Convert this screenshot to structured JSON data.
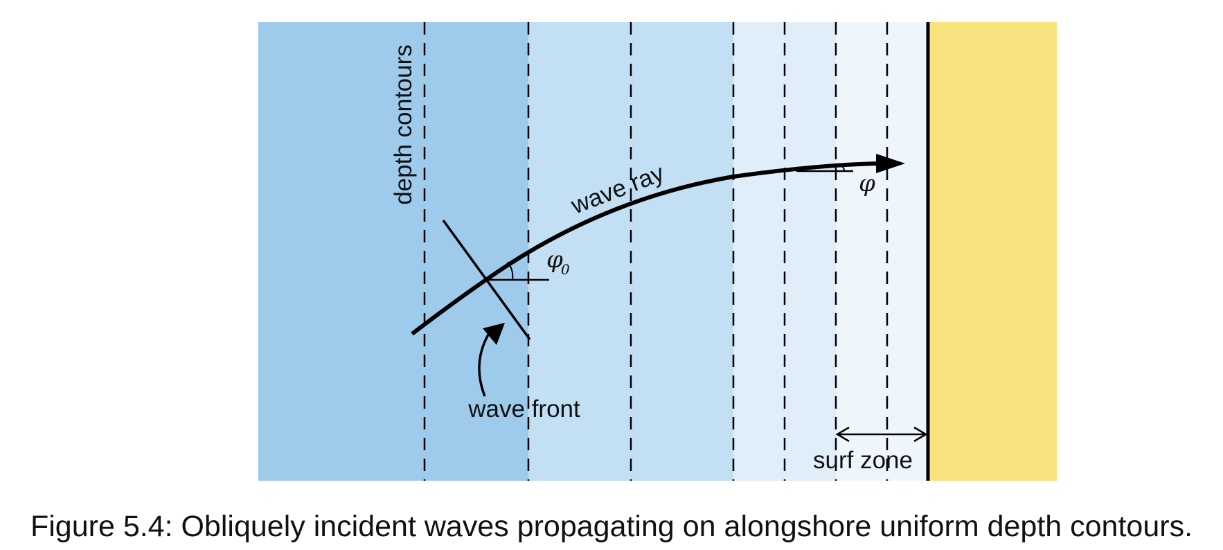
{
  "diagram": {
    "labels": {
      "depth_contours": "depth contours",
      "wave_ray": "wave ray",
      "wave_front": "wave front",
      "surf_zone": "surf zone",
      "phi0": "φ",
      "phi0_sub": "0",
      "phi": "φ"
    },
    "colors": {
      "deep_water": "#9ecbec",
      "mid_water": "#c2dff4",
      "shallow_water": "#e0eefa",
      "surf_water": "#eef6fc",
      "beach": "#f7e27e",
      "ink": "#000000"
    }
  },
  "caption": "Figure 5.4: Obliquely incident waves propagating on alongshore uniform depth contours."
}
